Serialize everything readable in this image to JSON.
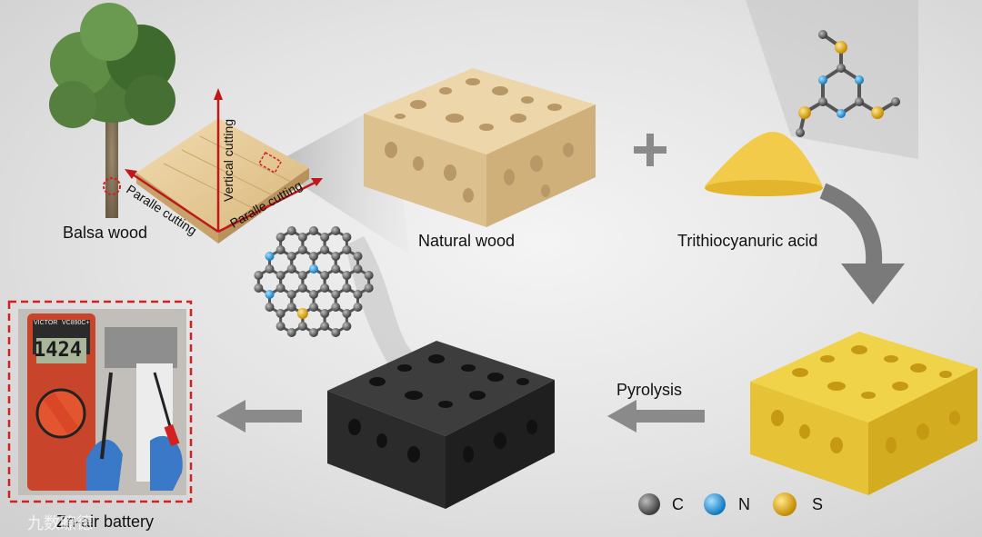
{
  "labels": {
    "balsa_wood": "Balsa wood",
    "natural_wood": "Natural wood",
    "trithiocyanuric_acid": "Trithiocyanuric acid",
    "pyrolysis": "Pyrolysis",
    "battery": "Zn-air battery",
    "vertical_cutting": "Vertical cutting",
    "parallel_cutting_left": "Paralle cutting",
    "parallel_cutting_right": "Paralle cutting",
    "plus_sign": "+",
    "multimeter_reading": "1424",
    "multimeter_brand": "VICTOR",
    "multimeter_model": "VC890C+"
  },
  "legend": [
    {
      "symbol": "C",
      "color": "#5a5a5a"
    },
    {
      "symbol": "N",
      "color": "#1e9be0"
    },
    {
      "symbol": "S",
      "color": "#e0a800"
    }
  ],
  "colors": {
    "wood_top": "#e9d4a8",
    "wood_side": "#d9bf8a",
    "sulfur_top": "#f1d34a",
    "sulfur_side": "#e0b92c",
    "carbon_top": "#3a3a3a",
    "carbon_side": "#222222",
    "arrow": "#7a7a7a",
    "dashed_box": "#d42020",
    "axis_red": "#c01818"
  },
  "watermark": "九数瞭德"
}
